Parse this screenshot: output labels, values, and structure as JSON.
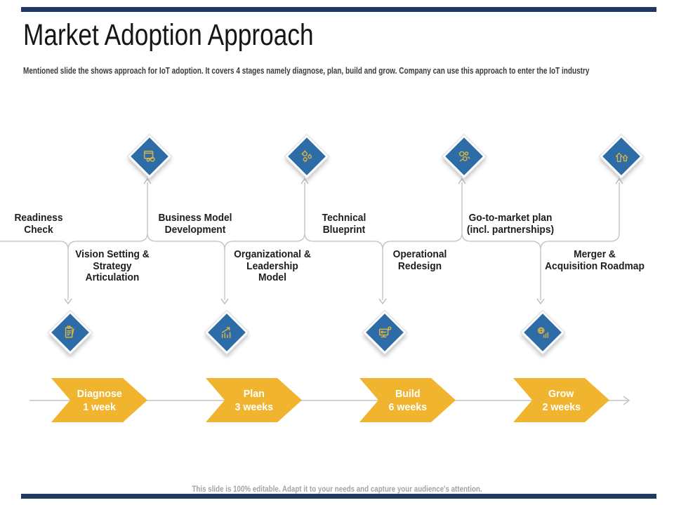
{
  "slide": {
    "title": "Market Adoption Approach",
    "subtitle": "Mentioned slide the shows approach for IoT adoption. It covers 4 stages namely diagnose, plan, build and grow. Company can use this approach to enter the IoT industry",
    "footer": "This slide is 100% editable. Adapt it to your needs and capture your audience's attention."
  },
  "labels": {
    "above": [
      "Readiness\nCheck",
      "Business Model\nDevelopment",
      "Technical\nBlueprint",
      "Go-to-market plan\n(incl. partnerships)"
    ],
    "below": [
      "Vision Setting &\nStrategy\nArticulation",
      "Organizational &\nLeadership\nModel",
      "Operational\nRedesign",
      "Merger &\nAcquisition Roadmap"
    ]
  },
  "milestone_icons": {
    "top": [
      "document-gears-icon",
      "gears-icon",
      "gears-wrench-icon",
      "growth-arrows-icon"
    ],
    "bottom": [
      "checklist-icon",
      "bar-chart-growth-icon",
      "circuit-monitor-icon",
      "globe-analytics-icon"
    ]
  },
  "stages": [
    {
      "name": "Diagnose",
      "duration": "1 week"
    },
    {
      "name": "Plan",
      "duration": "3 weeks"
    },
    {
      "name": "Build",
      "duration": "6 weeks"
    },
    {
      "name": "Grow",
      "duration": "2 weeks"
    }
  ],
  "colors": {
    "accent_bar_navy": "#1e3a63",
    "diamond_blue": "#2d6ca6",
    "icon_gold": "#d9b440",
    "chevron_amber": "#f0b42e",
    "connector_gray": "#c8c8c8",
    "text_dark": "#1d1d1d",
    "footer_gray": "#a3a3a3"
  }
}
